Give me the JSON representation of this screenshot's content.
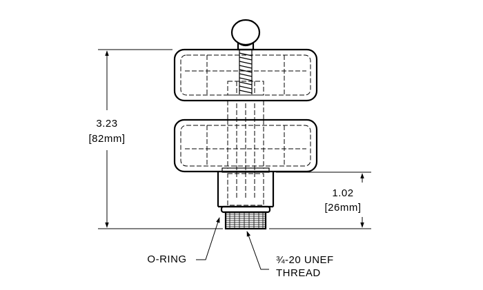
{
  "dimensions": {
    "overall_height": {
      "inch": "3.23",
      "mm": "[82mm]"
    },
    "base_height": {
      "inch": "1.02",
      "mm": "[26mm]"
    }
  },
  "callouts": {
    "oring": "O-RING",
    "thread_line1": "¾-20 UNEF",
    "thread_line2": "THREAD"
  }
}
